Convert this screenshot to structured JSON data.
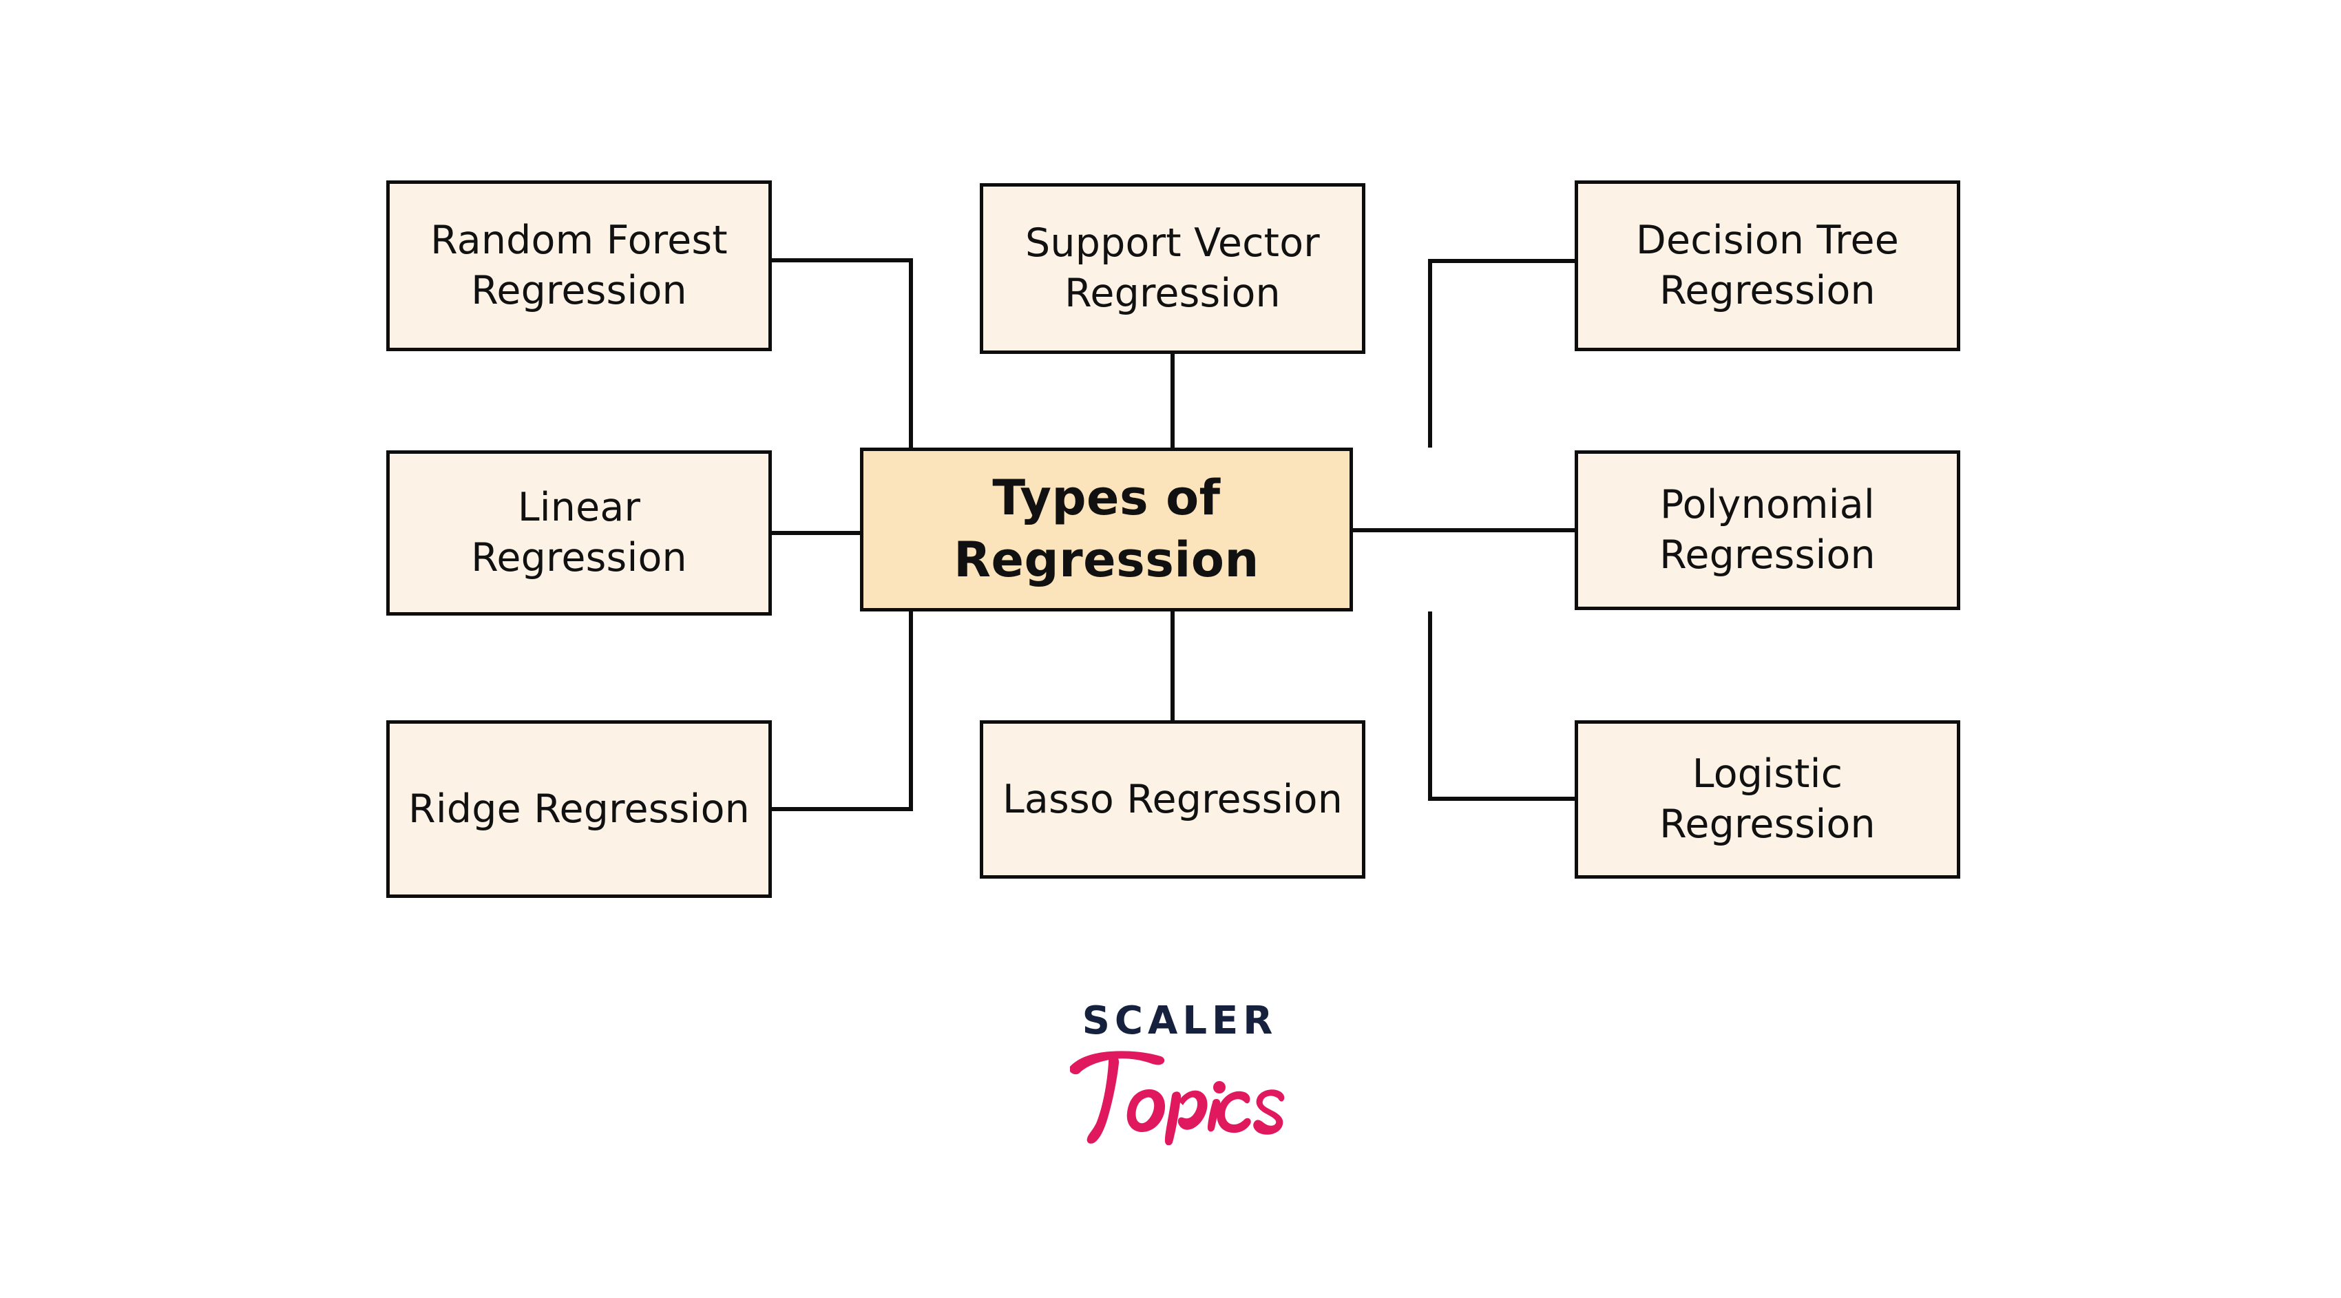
{
  "diagram": {
    "title": "Types of Regression",
    "type": "mind-map",
    "background_color": "#ffffff",
    "center": {
      "id": "types-of-regression",
      "label": "Types of Regression",
      "fill_color": "#fbe3bb",
      "border_color": "#0d0d0d",
      "text_color": "#111111"
    },
    "leaf_style": {
      "fill_color": "#fcf3e6",
      "border_color": "#0d0d0d",
      "text_color": "#111111"
    },
    "nodes": [
      {
        "id": "random-forest",
        "label": "Random Forest\nRegression",
        "column": "left",
        "row": "top"
      },
      {
        "id": "linear",
        "label": "Linear\nRegression",
        "column": "left",
        "row": "middle"
      },
      {
        "id": "ridge",
        "label": "Ridge Regression",
        "column": "left",
        "row": "bottom"
      },
      {
        "id": "support-vector",
        "label": "Support Vector\nRegression",
        "column": "center",
        "row": "top"
      },
      {
        "id": "lasso",
        "label": "Lasso Regression",
        "column": "center",
        "row": "bottom"
      },
      {
        "id": "decision-tree",
        "label": "Decision Tree\nRegression",
        "column": "right",
        "row": "top"
      },
      {
        "id": "polynomial",
        "label": "Polynomial\nRegression",
        "column": "right",
        "row": "middle"
      },
      {
        "id": "logistic",
        "label": "Logistic\nRegression",
        "column": "right",
        "row": "bottom"
      }
    ],
    "edges": [
      {
        "from": "random-forest",
        "to": "types-of-regression",
        "style": "elbow"
      },
      {
        "from": "linear",
        "to": "types-of-regression",
        "style": "straight"
      },
      {
        "from": "ridge",
        "to": "types-of-regression",
        "style": "elbow"
      },
      {
        "from": "support-vector",
        "to": "types-of-regression",
        "style": "straight"
      },
      {
        "from": "lasso",
        "to": "types-of-regression",
        "style": "straight"
      },
      {
        "from": "decision-tree",
        "to": "types-of-regression",
        "style": "elbow"
      },
      {
        "from": "polynomial",
        "to": "types-of-regression",
        "style": "straight"
      },
      {
        "from": "logistic",
        "to": "types-of-regression",
        "style": "elbow"
      }
    ],
    "edge_color": "#0d0d0d"
  },
  "brand": {
    "wordmark": "SCALER",
    "script": "Topics",
    "wordmark_color": "#16213d",
    "script_color": "#e0195f"
  }
}
